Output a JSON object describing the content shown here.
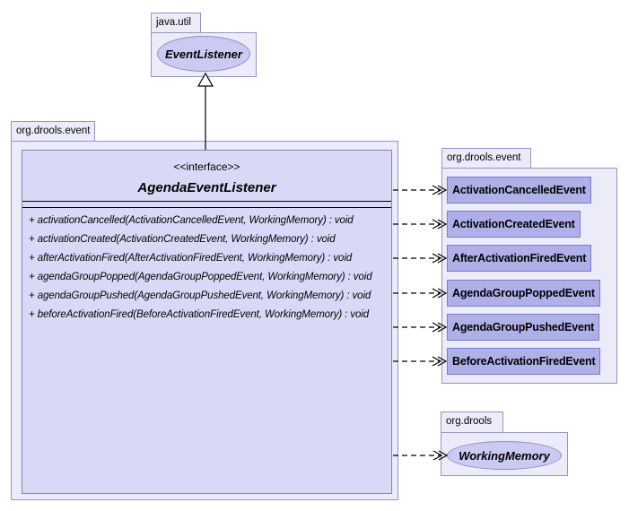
{
  "packages": {
    "java_util": "java.util",
    "left": "org.drools.event",
    "right": "org.drools.event",
    "drools": "org.drools"
  },
  "supertype": {
    "name": "EventListener"
  },
  "interface": {
    "stereotype": "<<interface>>",
    "name": "AgendaEventListener",
    "methods": [
      "+ activationCancelled(ActivationCancelledEvent, WorkingMemory) : void",
      "+ activationCreated(ActivationCreatedEvent, WorkingMemory) : void",
      "+ afterActivationFired(AfterActivationFiredEvent, WorkingMemory) : void",
      "+ agendaGroupPopped(AgendaGroupPoppedEvent, WorkingMemory) : void",
      "+ agendaGroupPushed(AgendaGroupPushedEvent, WorkingMemory) : void",
      "+ beforeActivationFired(BeforeActivationFiredEvent, WorkingMemory) : void"
    ]
  },
  "event_classes": [
    "ActivationCancelledEvent",
    "ActivationCreatedEvent",
    "AfterActivationFiredEvent",
    "AgendaGroupPoppedEvent",
    "AgendaGroupPushedEvent",
    "BeforeActivationFiredEvent"
  ],
  "related": {
    "name": "WorkingMemory"
  },
  "colors": {
    "package_fill": "#ebebfa",
    "package_border": "#9595bf",
    "class_fill": "#d9d9f7",
    "class_border": "#8585b5",
    "event_fill": "#b0b0e9",
    "event_border": "#7a7ad0",
    "ellipse_fill": "#cacaf2",
    "ellipse_border": "#9191bb",
    "edge": "#000000"
  }
}
